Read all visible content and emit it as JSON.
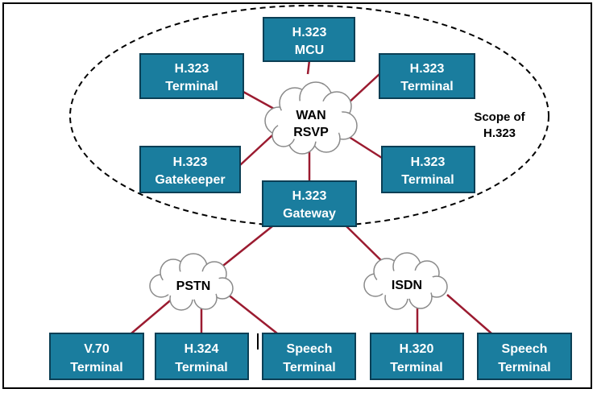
{
  "colors": {
    "box_fill": "#1a7d9e",
    "box_border": "#0b3f55",
    "link": "#9b1b30",
    "cloud_fill": "#ffffff",
    "cloud_stroke": "#8a8a8a",
    "scope_line": "#000000"
  },
  "scope": {
    "line1": "Scope of",
    "line2": "H.323"
  },
  "nodes": {
    "mcu": {
      "line1": "H.323",
      "line2": "MCU"
    },
    "terminal_tl": {
      "line1": "H.323",
      "line2": "Terminal"
    },
    "terminal_tr": {
      "line1": "H.323",
      "line2": "Terminal"
    },
    "gatekeeper": {
      "line1": "H.323",
      "line2": "Gatekeeper"
    },
    "terminal_mr": {
      "line1": "H.323",
      "line2": "Terminal"
    },
    "gateway": {
      "line1": "H.323",
      "line2": "Gateway"
    },
    "v70": {
      "line1": "V.70",
      "line2": "Terminal"
    },
    "h324": {
      "line1": "H.324",
      "line2": "Terminal"
    },
    "speech1": {
      "line1": "Speech",
      "line2": "Terminal"
    },
    "h320": {
      "line1": "H.320",
      "line2": "Terminal"
    },
    "speech2": {
      "line1": "Speech",
      "line2": "Terminal"
    }
  },
  "clouds": {
    "wan": {
      "line1": "WAN",
      "line2": "RSVP"
    },
    "pstn": {
      "line1": "PSTN"
    },
    "isdn": {
      "line1": "ISDN"
    }
  }
}
